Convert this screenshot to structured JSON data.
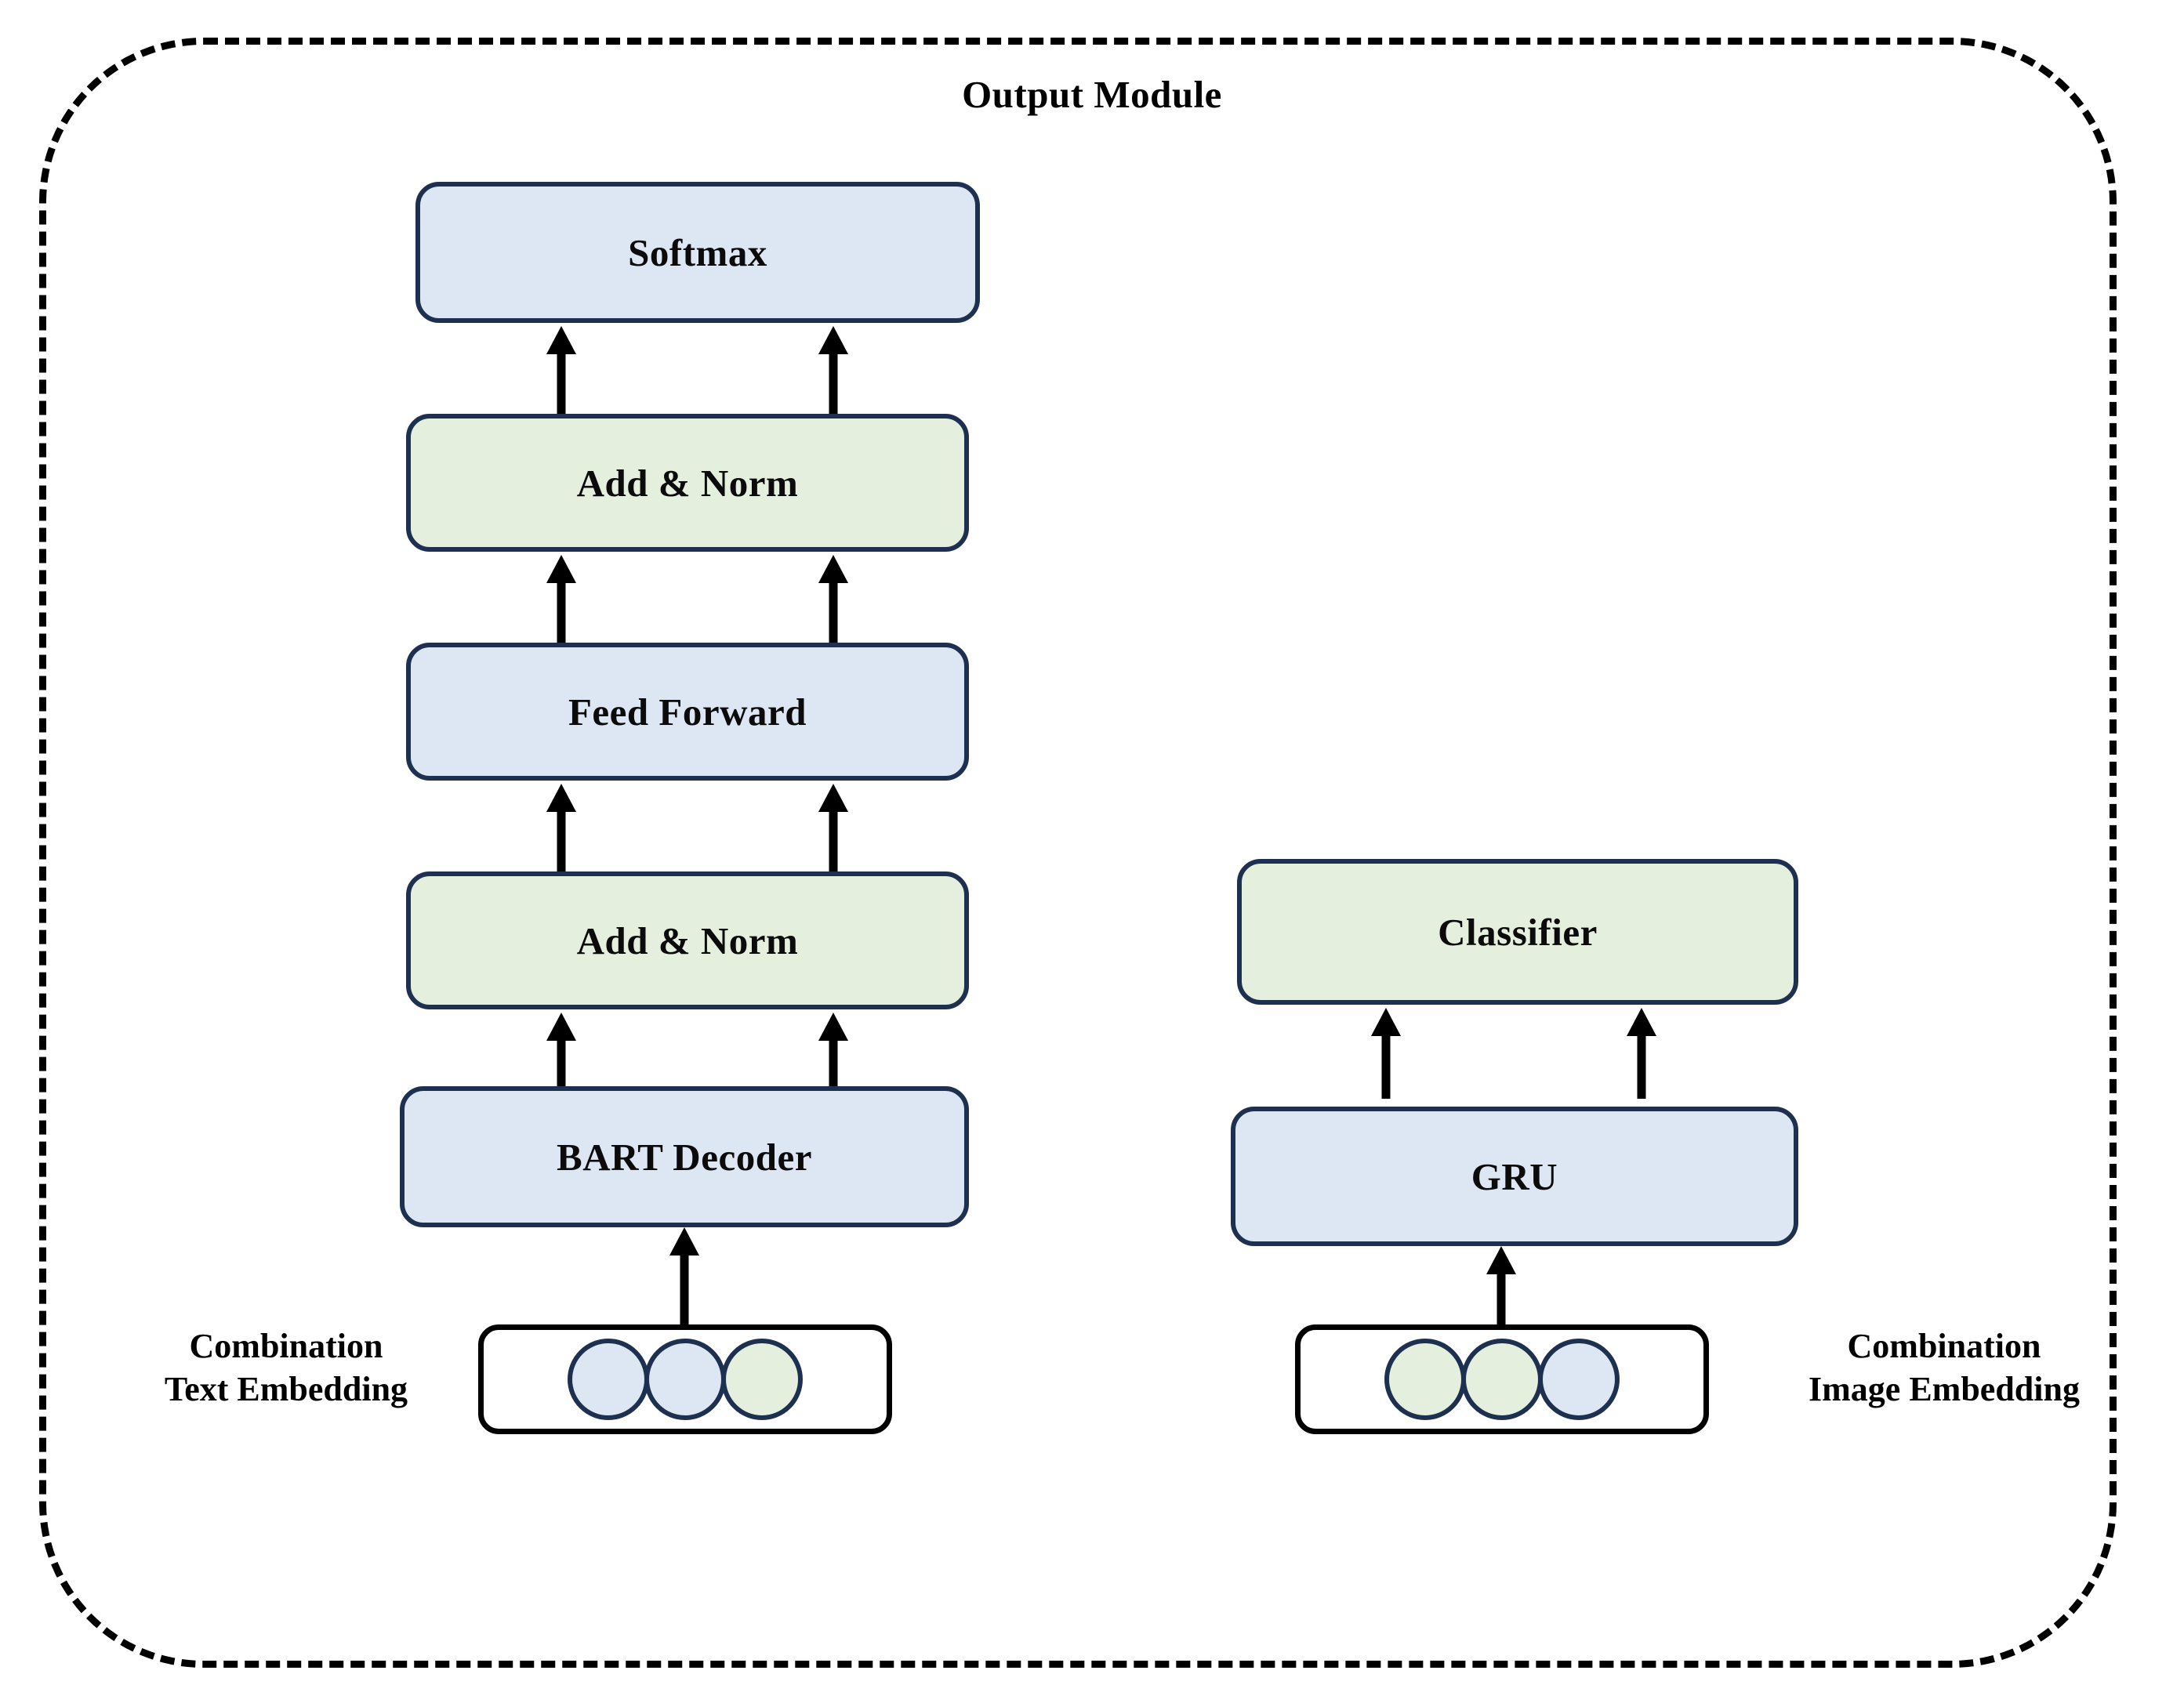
{
  "module": {
    "title": "Output Module",
    "border_style": "dashed",
    "border_color": "#000000"
  },
  "colors": {
    "box_blue_fill": "#dde7f3",
    "box_green_fill": "#e4efdd",
    "box_border": "#1e3050",
    "arrow": "#000000",
    "text": "#000000"
  },
  "left_branch": {
    "nodes": [
      {
        "label": "Softmax",
        "color": "blue"
      },
      {
        "label": "Add & Norm",
        "color": "green"
      },
      {
        "label": "Feed Forward",
        "color": "blue"
      },
      {
        "label": "Add & Norm",
        "color": "green"
      },
      {
        "label": "BART Decoder",
        "color": "blue"
      }
    ],
    "embedding": {
      "label": "Combination\nText Embedding",
      "dots": [
        "blue",
        "blue",
        "green"
      ]
    }
  },
  "right_branch": {
    "nodes": [
      {
        "label": "Classifier",
        "color": "green"
      },
      {
        "label": "GRU",
        "color": "blue"
      }
    ],
    "embedding": {
      "label": "Combination\nImage Embedding",
      "dots": [
        "green",
        "green",
        "blue"
      ]
    }
  }
}
